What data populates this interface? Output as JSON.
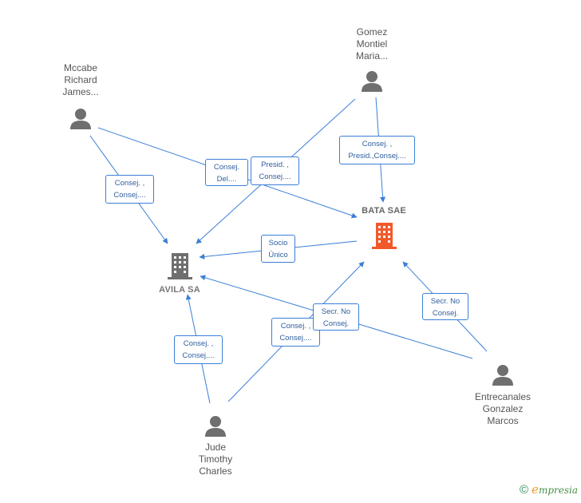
{
  "colors": {
    "edge": "#3b7fd6",
    "person_icon": "#6f6f6f",
    "company_icon": "#6f6f6f",
    "primary_company_icon": "#f2592a",
    "label_border": "#3b7fd6"
  },
  "people": {
    "mccabe": "Mccabe\nRichard\nJames...",
    "gomez": "Gomez\nMontiel\nMaria...",
    "jude": "Jude\nTimothy\nCharles",
    "entrecanales": "Entrecanales\nGonzalez\nMarcos"
  },
  "companies": {
    "bata": "BATA SAE",
    "avila": "AVILA SA"
  },
  "edge_labels": {
    "mccabe_avila": "Consej. ,\nConsej....",
    "mccabe_bata": "Consej.\nDel....",
    "gomez_avila": "Presid. ,\nConsej....",
    "gomez_bata": "Consej. ,\nPresid.,Consej....",
    "bata_avila": "Socio\nÚnico",
    "jude_avila": "Consej. ,\nConsej....",
    "jude_bata": "Consej. ,\nConsej....",
    "entrecanales_avila": "Secr.  No\nConsej.",
    "entrecanales_bata": "Secr.  No\nConsej."
  },
  "footer": {
    "copyright": "©",
    "brand_initial": "e",
    "brand_rest": "mpresia"
  }
}
